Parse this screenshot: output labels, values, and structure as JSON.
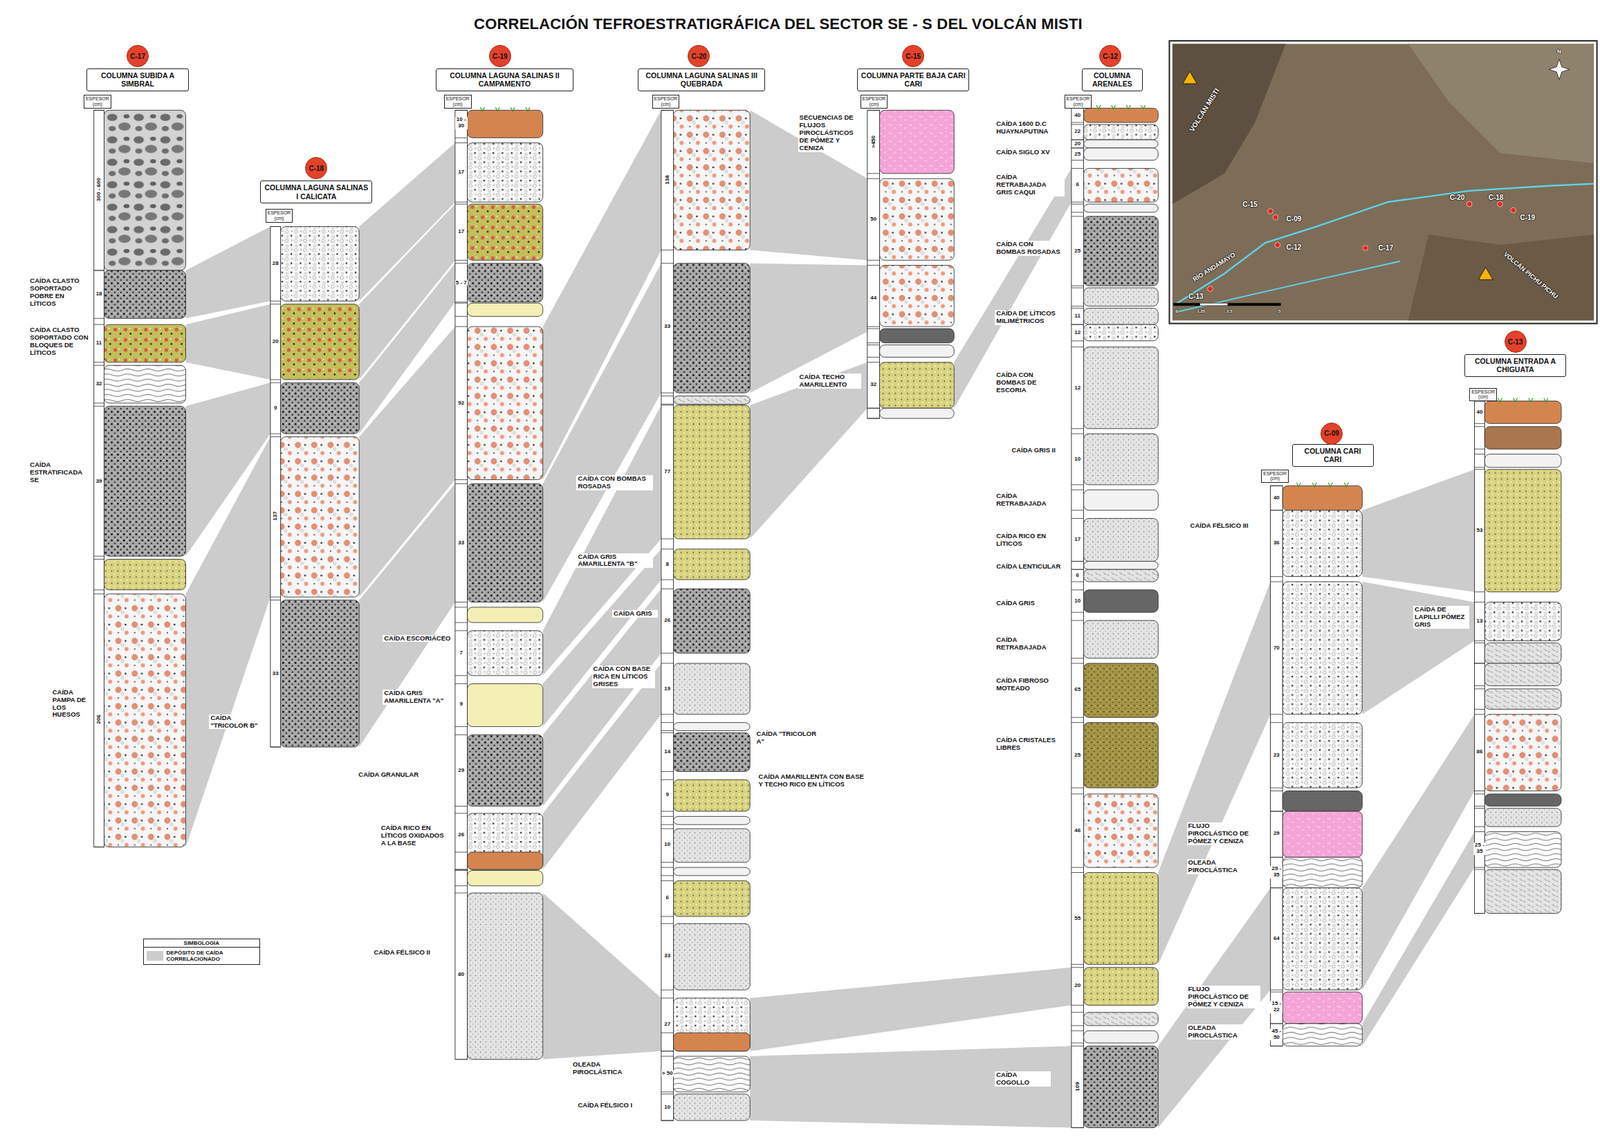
{
  "diagram": {
    "title": "CORRELACIÓN TEFROESTRATIGRÁFICA DEL SECTOR SE - S DEL VOLCÁN MISTI",
    "nodes": [
      {
        "text": [
          "C-17"
        ]
      },
      {
        "text": [
          "COLUMNA SUBIDA A SIMBRAL"
        ]
      },
      {
        "text": [
          "ESPESOR (cm)"
        ]
      },
      {
        "text": [
          "C-18"
        ]
      },
      {
        "text": [
          "COLUMNA LAGUNA SALINAS I CALICATA"
        ]
      },
      {
        "text": [
          "ESPESOR (cm)"
        ]
      },
      {
        "text": [
          "C-19"
        ]
      },
      {
        "text": [
          "COLUMNA LAGUNA SALINAS II CAMPAMENTO"
        ]
      },
      {
        "text": [
          "ESPESOR (cm)"
        ]
      },
      {
        "text": [
          "C-20"
        ]
      },
      {
        "text": [
          "COLUMNA LAGUNA SALINAS III QUEBRADA"
        ]
      },
      {
        "text": [
          "ESPESOR (cm)"
        ]
      },
      {
        "text": [
          "C-15"
        ]
      },
      {
        "text": [
          "COLUMNA PARTE BAJA CARI CARI"
        ]
      },
      {
        "text": [
          "ESPESOR (cm)"
        ]
      },
      {
        "text": [
          "C-12"
        ]
      },
      {
        "text": [
          "COLUMNA ARENALES"
        ]
      },
      {
        "text": [
          "ESPESOR (cm)"
        ]
      },
      {
        "text": [
          "C-09"
        ]
      },
      {
        "text": [
          "COLUMNA CARI CARI"
        ]
      },
      {
        "text": [
          "ESPESOR (cm)"
        ]
      },
      {
        "text": [
          "C-13"
        ]
      },
      {
        "text": [
          "COLUMNA ENTRADA A CHIGUATA"
        ]
      },
      {
        "text": [
          "ESPESOR (cm)"
        ]
      }
    ],
    "labels": [
      "300 - 600",
      "18",
      "CAÍDA CLASTO SOPORTADO POBRE EN LÍTICOS",
      "11",
      "CAÍDA CLASTO SOPORTADO CON BLOQUES DE LÍTICOS",
      "32",
      "39",
      "CAÍDA ESTRATIFICADA SE",
      "206",
      "CAÍDA PAMPA DE LOS HUESOS",
      "28",
      "20",
      "9",
      "137",
      "33",
      "CAÍDA \"TRICOLOR B\"",
      "10 - 30",
      "17",
      "17",
      "5 - 7",
      "92",
      "33",
      "7",
      "CAÍDA ESCORIÁCEO",
      "9",
      "CAÍDA GRIS AMARILLENTA \"A\"",
      "29",
      "CAÍDA GRANULAR",
      "26",
      "CAÍDA RICO EN LÍTICOS OXIDADOS A LA BASE",
      "80",
      "CAÍDA FÉLSICO II",
      "138",
      "33",
      "77",
      "CAÍDA CON BOMBAS ROSADAS",
      "8",
      "CAÍDA GRIS AMARILLENTA \"B\"",
      "26",
      "CAÍDA GRIS",
      "19",
      "CAÍDA CON BASE RICA EN LÍTICOS GRISES",
      "14",
      "CAÍDA \"TRICOLOR A\"",
      "9",
      "CAÍDA AMARILLENTA CON BASE Y TECHO RICO EN LÍTICOS",
      "10",
      "6",
      "33",
      "27",
      "> 50",
      "OLEADA PIROCLÁSTICA",
      "10",
      "CAÍDA FÉLSICO I",
      ">450",
      "SECUENCIAS DE FLUJOS PIROCLÁSTICOS DE PÓMEZ Y CENIZA",
      "50",
      "44",
      "32",
      "CAÍDA TECHO AMARILLENTO",
      "40",
      "22",
      "CAÍDA 1600 D.C HUAYNAPUTINA",
      "20",
      "25",
      "CAÍDA SIGLO XV",
      "6",
      "CAÍDA RETRABAJADA GRIS CAQUI",
      "25",
      "CAÍDA CON BOMBAS ROSADAS",
      "11",
      "12",
      "CAÍDA DE LÍTICOS MILIMÉTRICOS",
      "12",
      "CAÍDA CON BOMBAS DE ESCORIA",
      "10",
      "CAÍDA GRIS II",
      "CAÍDA RETRABAJADA",
      "17",
      "CAÍDA RICO EN LÍTICOS",
      "CAÍDA LENTICULAR",
      "6",
      "10",
      "CAÍDA GRIS",
      "CAÍDA RETRABAJADA",
      "65",
      "CAÍDA FIBROSO MOTEADO",
      "25",
      "CAÍDA CRISTALES LIBRES",
      "46",
      "55",
      "20",
      "109",
      "CAÍDA COGOLLO",
      "40",
      "36",
      "CAÍDA FÉLSICO III",
      "70",
      "23",
      "29",
      "FLUJO PIROCLÁSTICO DE PÓMEZ Y CENIZA",
      "29 - 35",
      "OLEADA PIROCLÁSTICA",
      "64",
      "15 - 22",
      "FLUJO PIROCLÁSTICO DE PÓMEZ Y CENIZA",
      "45 - 50",
      "OLEADA PIROCLÁSTICA",
      "40",
      "53",
      "13",
      "CAÍDA DE LAPILLI PÓMEZ GRIS",
      "86",
      "25 - 35",
      "VOLCÁN MISTI",
      "N",
      "C-15",
      "C-09",
      "C-12",
      "C-13",
      "C-17",
      "C-20",
      "C-18",
      "C-19",
      "RÍO ANDAMAYO",
      "VOLCÁN PICHU PICHU",
      "0",
      "1.25",
      "2.5",
      "5",
      "SIMBOLOGÍA"
    ],
    "legend": [
      {
        "text": "DEPÓSITO DE CAÍDA CORRELACIONADO",
        "color": "#cccccc"
      }
    ]
  }
}
